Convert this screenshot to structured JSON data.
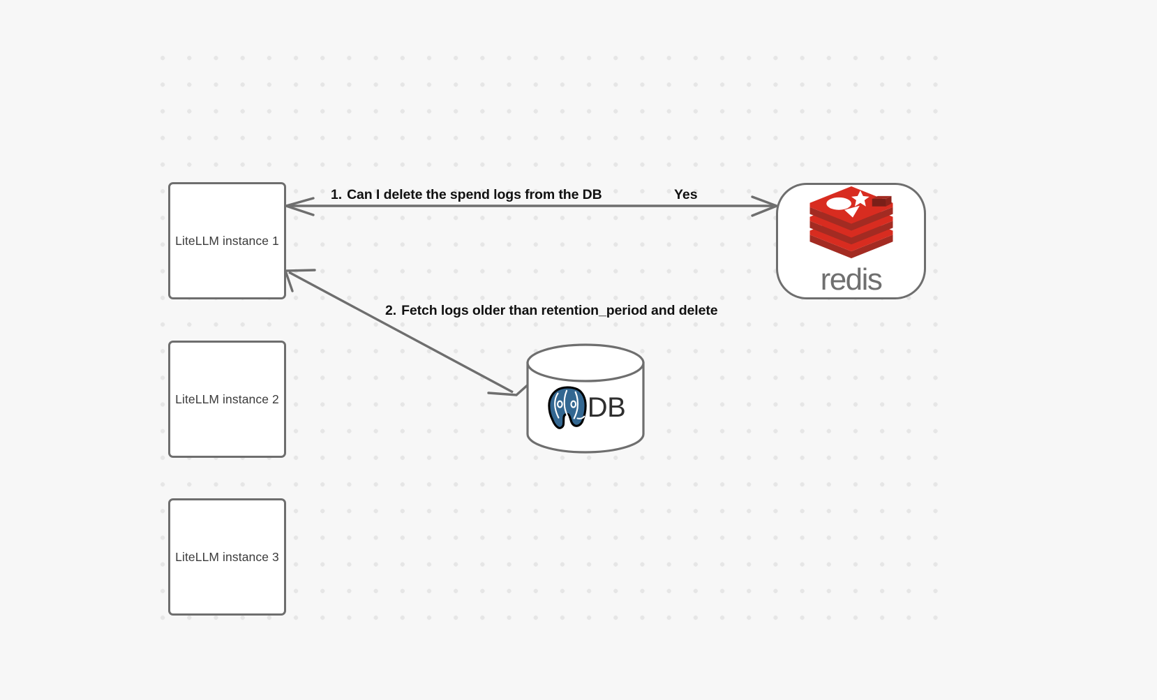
{
  "diagram": {
    "background_color": "#f7f7f7",
    "grid_dot_color": "#e6e6e6",
    "stroke_color": "#6e6e6e",
    "nodes": [
      {
        "id": "litellm-1",
        "label": "LiteLLM instance 1",
        "shape": "rounded-rect"
      },
      {
        "id": "litellm-2",
        "label": "LiteLLM instance 2",
        "shape": "rounded-rect"
      },
      {
        "id": "litellm-3",
        "label": "LiteLLM instance 3",
        "shape": "rounded-rect"
      },
      {
        "id": "redis",
        "label": "redis",
        "shape": "stadium",
        "logo": "redis-logo",
        "logo_color": "#d82c20"
      },
      {
        "id": "database",
        "label": "DB",
        "shape": "cylinder",
        "logo": "postgresql-elephant-logo",
        "logo_color": "#336791"
      }
    ],
    "edges": [
      {
        "id": "edge-redis-litellm1",
        "from": "litellm-1",
        "to": "redis",
        "direction": "bidirectional",
        "step_number": "1.",
        "label": "Can I delete the spend logs from the DB",
        "response_label": "Yes"
      },
      {
        "id": "edge-litellm1-db",
        "from": "litellm-1",
        "to": "database",
        "direction": "bidirectional",
        "step_number": "2.",
        "label": "Fetch logs older than retention_period and delete"
      }
    ]
  }
}
